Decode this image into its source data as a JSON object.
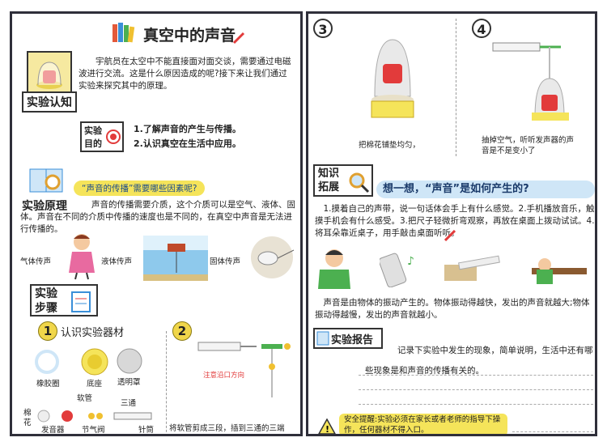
{
  "left": {
    "title": "真空中的声音",
    "cognition": {
      "tag": "实验认知",
      "text": "宇航员在太空中不能直接面对面交谈，需要通过电磁波进行交流。这是什么原因造成的呢?接下来让我们通过实验来探究其中的原理。"
    },
    "purpose": {
      "tag_line1": "实验",
      "tag_line2": "目的",
      "items": [
        "1.了解声音的产生与传播。",
        "2.认识真空在生活中应用。"
      ]
    },
    "principle": {
      "question": "“声音的传播”需要哪些因素呢?",
      "tag": "实验原理",
      "text": "声音的传播需要介质，这个介质可以是空气、液体、固体。声音在不同的介质中传播的速度也是不同的，在真空中声音是无法进行传播的。",
      "media": [
        "气体传声",
        "液体传声",
        "固体传声"
      ]
    },
    "steps": {
      "tag_line1": "实验",
      "tag_line2": "步骤",
      "step1": {
        "num": "1",
        "title": "认识实验器材",
        "items": [
          "橡胶圈",
          "底座",
          "透明罩",
          "软管",
          "三通",
          "发音器",
          "节气阀",
          "针筒"
        ],
        "cotton": "棉花"
      },
      "step2": {
        "num": "2",
        "note": "注意沿口方向",
        "caption": "将软管剪成三段，插到三通的三端"
      }
    }
  },
  "right": {
    "step3": {
      "num": "3",
      "caption": "把棉花铺垫均匀，"
    },
    "step4": {
      "num": "4",
      "caption": "抽掉空气，听听发声器的声音是不是变小了"
    },
    "extend": {
      "tag_line1": "知识",
      "tag_line2": "拓展",
      "question": "想一想，“声音”是如何产生的?",
      "text": "1.摸着自己的声带，说一句话体会手上有什么感觉。2.手机播放音乐，触摸手机会有什么感受。3.把尺子轻微折弯观察，再放在桌面上拨动试试。4.将耳朵靠近桌子，用手敲击桌面听听。",
      "conclusion": "声音是由物体的振动产生的。物体振动得越快，发出的声音就越大;物体振动得越慢，发出的声音就越小。"
    },
    "report": {
      "tag": "实验报告",
      "text": "记录下实验中发生的现象，简单说明，生活中还有哪些现象是和声音的传播有关的。"
    },
    "safety": {
      "text": "安全提醒:实验必须在家长或者老师的指导下操作，任何器材不得入口。"
    },
    "colors": {
      "accent_yellow": "#f5e45a",
      "accent_red": "#e23b3b",
      "border": "#2f2f3a"
    }
  }
}
